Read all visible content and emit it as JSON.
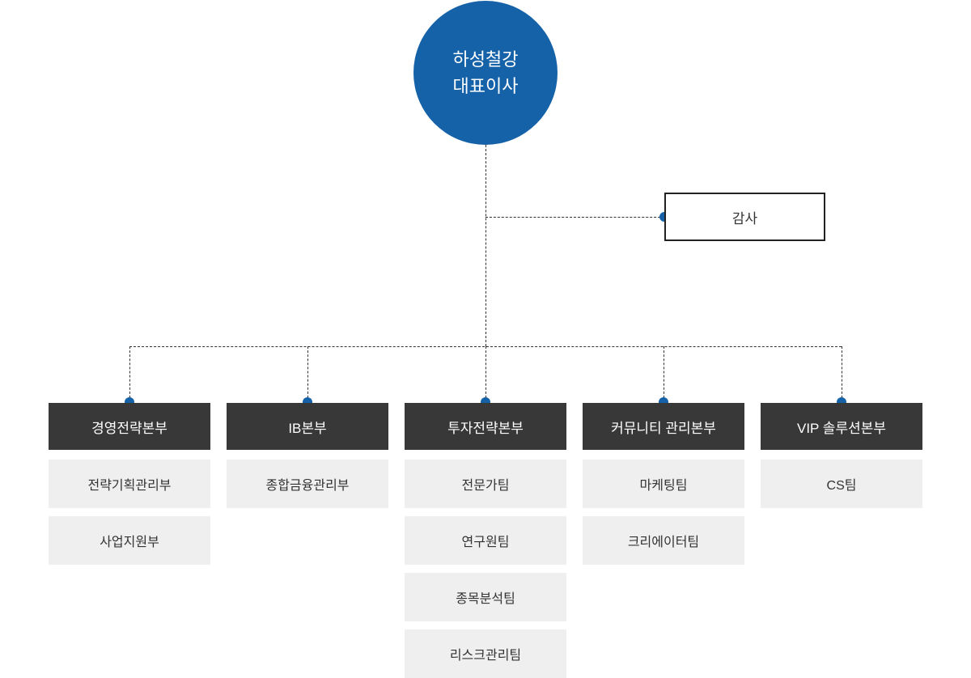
{
  "colors": {
    "primary_blue": "#1562a8",
    "dark_box": "#383838",
    "light_box": "#efefef",
    "line_color": "#333333",
    "audit_border": "#222222",
    "text_light": "#ffffff",
    "text_dark": "#333333"
  },
  "root": {
    "title_line1": "하성철강",
    "title_line2": "대표이사"
  },
  "audit": {
    "label": "감사"
  },
  "divisions": [
    {
      "label": "경영전략본부",
      "teams": [
        "전략기획관리부",
        "사업지원부"
      ]
    },
    {
      "label": "IB본부",
      "teams": [
        "종합금융관리부"
      ]
    },
    {
      "label": "투자전략본부",
      "teams": [
        "전문가팀",
        "연구원팀",
        "종목분석팀",
        "리스크관리팀"
      ]
    },
    {
      "label": "커뮤니티 관리본부",
      "teams": [
        "마케팅팀",
        "크리에이터팀"
      ]
    },
    {
      "label": "VIP 솔루션본부",
      "teams": [
        "CS팀"
      ]
    }
  ]
}
